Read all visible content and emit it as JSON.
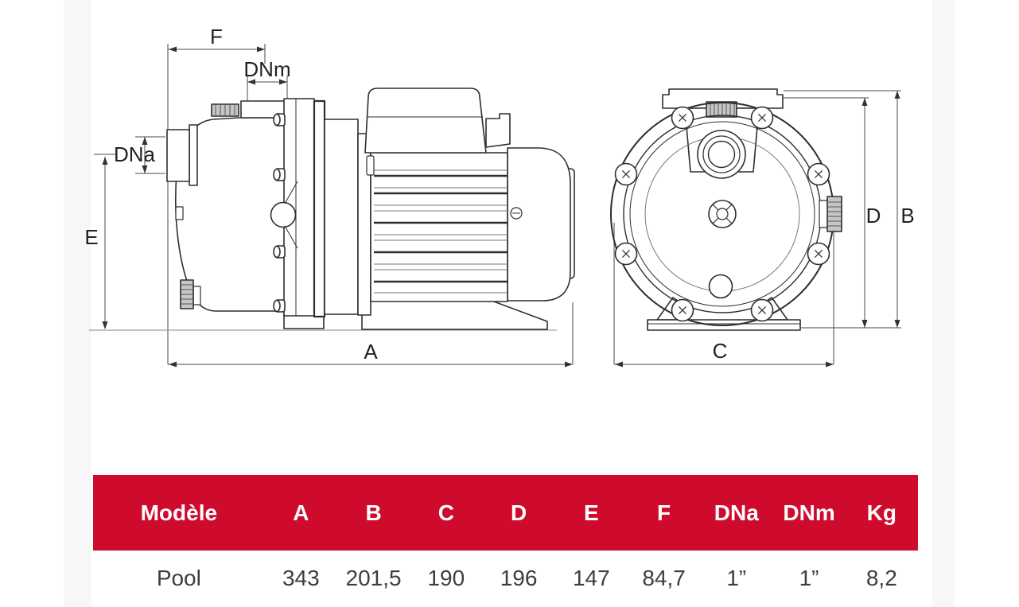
{
  "page": {
    "background": "#ffffff",
    "side_band_color": "#f7f7f8"
  },
  "diagram": {
    "description": "Technical dimension drawing of a self-priming jet pump: side view (left) and front view (right)",
    "line_color": "#2e2e2e",
    "dimension_line_color": "#4a4a4a",
    "dim_labels": {
      "F": "F",
      "DNm": "DNm",
      "DNa": "DNa",
      "E": "E",
      "A": "A",
      "D": "D",
      "B": "B",
      "C": "C"
    }
  },
  "table": {
    "header_bg": "#ce0a2d",
    "header_text_color": "#ffffff",
    "body_text_color": "#3d3d3d",
    "columns": [
      "Modèle",
      "A",
      "B",
      "C",
      "D",
      "E",
      "F",
      "DNa",
      "DNm",
      "Kg"
    ],
    "rows": [
      [
        "Pool",
        "343",
        "201,5",
        "190",
        "196",
        "147",
        "84,7",
        "1”",
        "1”",
        "8,2"
      ]
    ]
  }
}
